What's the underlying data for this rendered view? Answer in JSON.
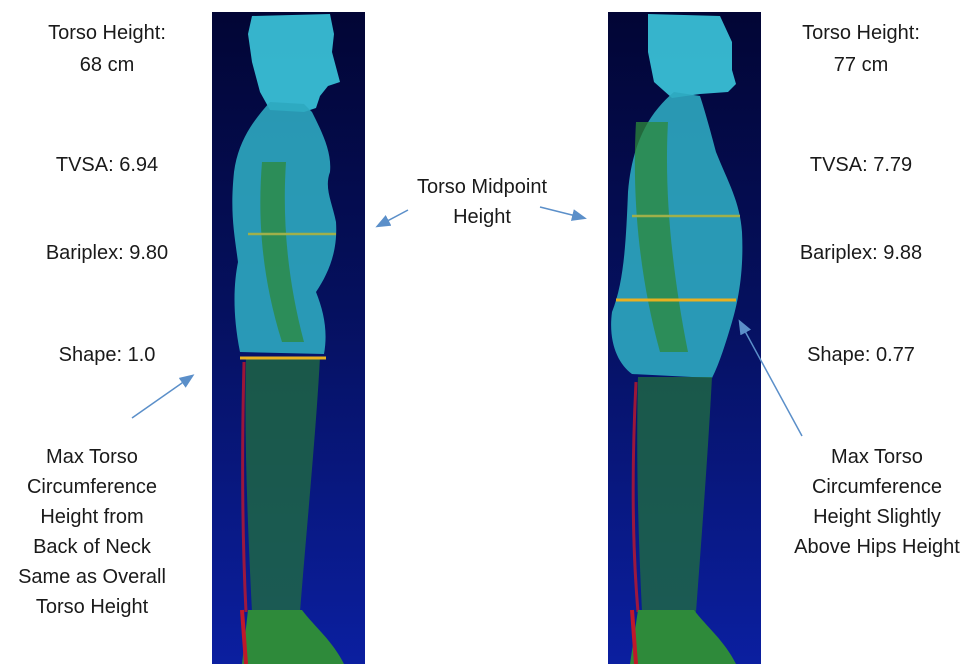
{
  "left": {
    "torso_height_label": "Torso Height:",
    "torso_height_value": "68 cm",
    "tvsa": "TVSA: 6.94",
    "bariplex": "Bariplex: 9.80",
    "shape": "Shape: 1.0",
    "max_note": [
      "Max Torso",
      "Circumference",
      "Height from",
      "Back of Neck",
      "Same as Overall",
      "Torso Height"
    ]
  },
  "center": {
    "midpoint_note": [
      "Torso Midpoint",
      "Height"
    ]
  },
  "right": {
    "torso_height_label": "Torso Height:",
    "torso_height_value": "77 cm",
    "tvsa": "TVSA: 7.79",
    "bariplex": "Bariplex: 9.88",
    "shape": "Shape: 0.77",
    "max_note": [
      "Max Torso",
      "Circumference",
      "Height Slightly",
      "Above Hips Height"
    ]
  },
  "colors": {
    "scan_cyan": "#3fd4e6",
    "scan_green": "#2e8a3a",
    "scan_red": "#c0182a",
    "midpoint_line": "#9fb04a",
    "max_line": "#e8b020",
    "arrow": "#5b8fc9"
  }
}
